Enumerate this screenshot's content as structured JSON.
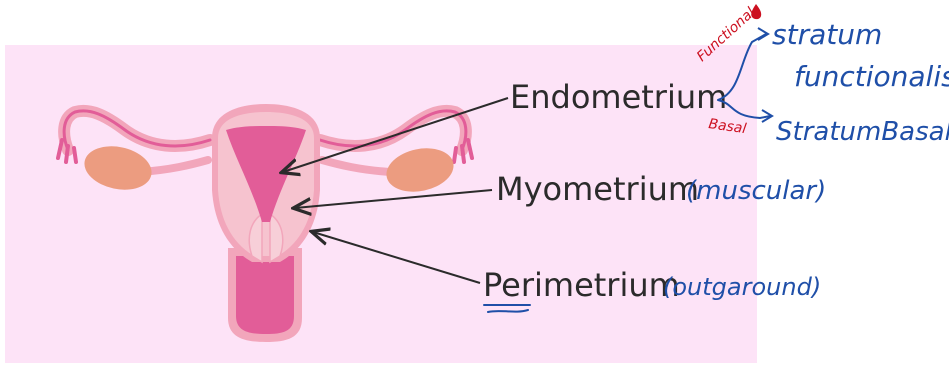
{
  "labels": {
    "endometrium": "Endometrium",
    "myometrium": "Myometrium",
    "perimetrium": "Perimetrium"
  },
  "annotations": {
    "myometrium_note": "(muscular)",
    "perimetrium_note": "(outgaround)",
    "functional_tag": "Functional",
    "basal_tag": "Basal",
    "stratum_functionalis_line1": "stratum",
    "stratum_functionalis_line2": "functionalis",
    "stratum_basalis": "StratumBasalis"
  },
  "colors": {
    "panel_bg": "#fde3f7",
    "uterus_light": "#f6c3cf",
    "uterus_mid": "#f2a6bb",
    "uterus_dark": "#e25d98",
    "ovary": "#ec9c80",
    "ink_blue": "#1f4fa8",
    "ink_red": "#cc1020",
    "arrow": "#2b2b2b"
  }
}
